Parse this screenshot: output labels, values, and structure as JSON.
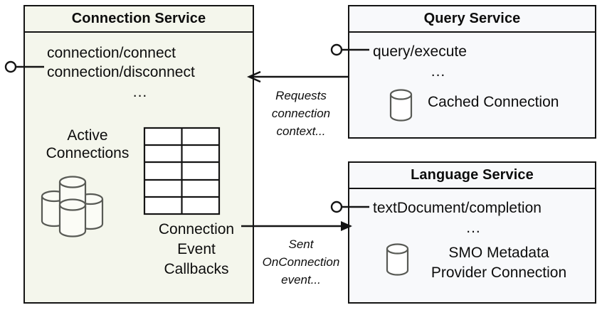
{
  "diagram": {
    "title": "Connection Service interaction diagram",
    "colors": {
      "tinted_fill": "#f4f6ec",
      "plain_fill": "#f8f9fb",
      "stroke": "#141414",
      "cylinder_stroke": "#585a55"
    }
  },
  "connection_service": {
    "header": "Connection Service",
    "api_lines": [
      "connection/connect",
      "connection/disconnect"
    ],
    "ellipsis": "...",
    "active_connections_label": "Active\nConnections",
    "active_connections_label_line1": "Active",
    "active_connections_label_line2": "Connections",
    "callbacks_label_line1": "Connection",
    "callbacks_label_line2": "Event",
    "callbacks_label_line3": "Callbacks",
    "table_rows": 5,
    "table_cols": 2,
    "cylinder_count": 4
  },
  "query_service": {
    "header": "Query Service",
    "api_lines": [
      "query/execute"
    ],
    "ellipsis": "...",
    "store_label": "Cached Connection",
    "cylinder_count": 1
  },
  "language_service": {
    "header": "Language Service",
    "api_lines": [
      "textDocument/completion"
    ],
    "ellipsis": "...",
    "store_label_line1": "SMO Metadata",
    "store_label_line2": "Provider Connection",
    "cylinder_count": 1
  },
  "edges": [
    {
      "id": "query-to-connection",
      "label_line1": "Requests",
      "label_line2": "connection",
      "label_line3": "context...",
      "direction": "right-to-left",
      "arrow": "open"
    },
    {
      "id": "connection-to-language",
      "label_line1": "Sent",
      "label_line2": "OnConnection",
      "label_line3": "event...",
      "direction": "left-to-right",
      "arrow": "filled"
    }
  ],
  "icons": {
    "provided_interface": "lollipop-icon",
    "datastore": "cylinder-icon",
    "table": "grid-icon"
  }
}
